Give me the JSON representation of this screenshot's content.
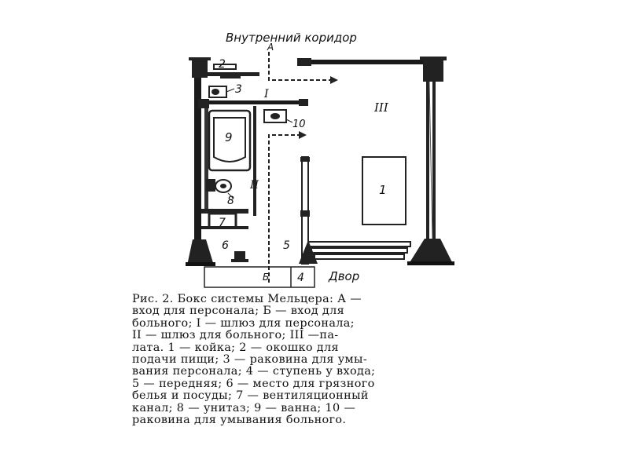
{
  "diagram": {
    "corridor_label": "Внутренний коридор",
    "yard_label": "Двор",
    "entry_a": "А",
    "entry_b": "Б",
    "rooms": {
      "r1": "I",
      "r2": "II",
      "r3": "III"
    },
    "items": {
      "n1": "1",
      "n2": "2",
      "n3": "3",
      "n4": "4",
      "n5": "5",
      "n6": "6",
      "n7": "7",
      "n8": "8",
      "n9": "9",
      "n10": "10"
    }
  },
  "caption": {
    "lines": [
      "Рис. 2. Бокс системы Мельцера: А —",
      "вход для персонала; Б — вход для",
      "больного; I — шлюз для персонала;",
      "II — шлюз для больного; III —па-",
      "лата. 1 — койка; 2 — окошко для",
      "подачи пищи; 3 — раковина для умы-",
      "вания персонала; 4 — ступень у входа;",
      "5 — передняя; 6 — место для грязного",
      "белья и посуды; 7 — вентиляционный",
      "канал; 8 — унитаз; 9 — ванна; 10 —",
      "раковина для умывания больного."
    ]
  }
}
